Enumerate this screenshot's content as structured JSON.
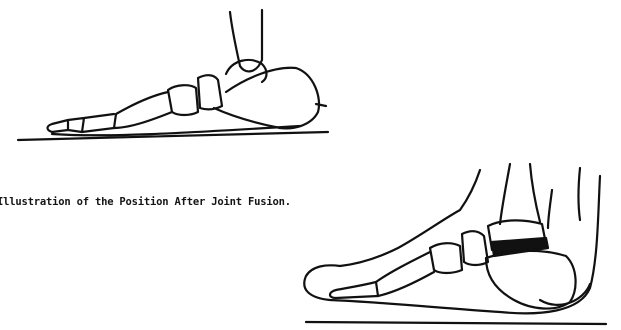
{
  "figure": {
    "caption": "Illustration of the Position After Joint Fusion.",
    "line_color": "#111111",
    "background_color": "#ffffff",
    "panels": [
      {
        "name": "foot-before-fusion"
      },
      {
        "name": "foot-after-fusion"
      }
    ]
  }
}
